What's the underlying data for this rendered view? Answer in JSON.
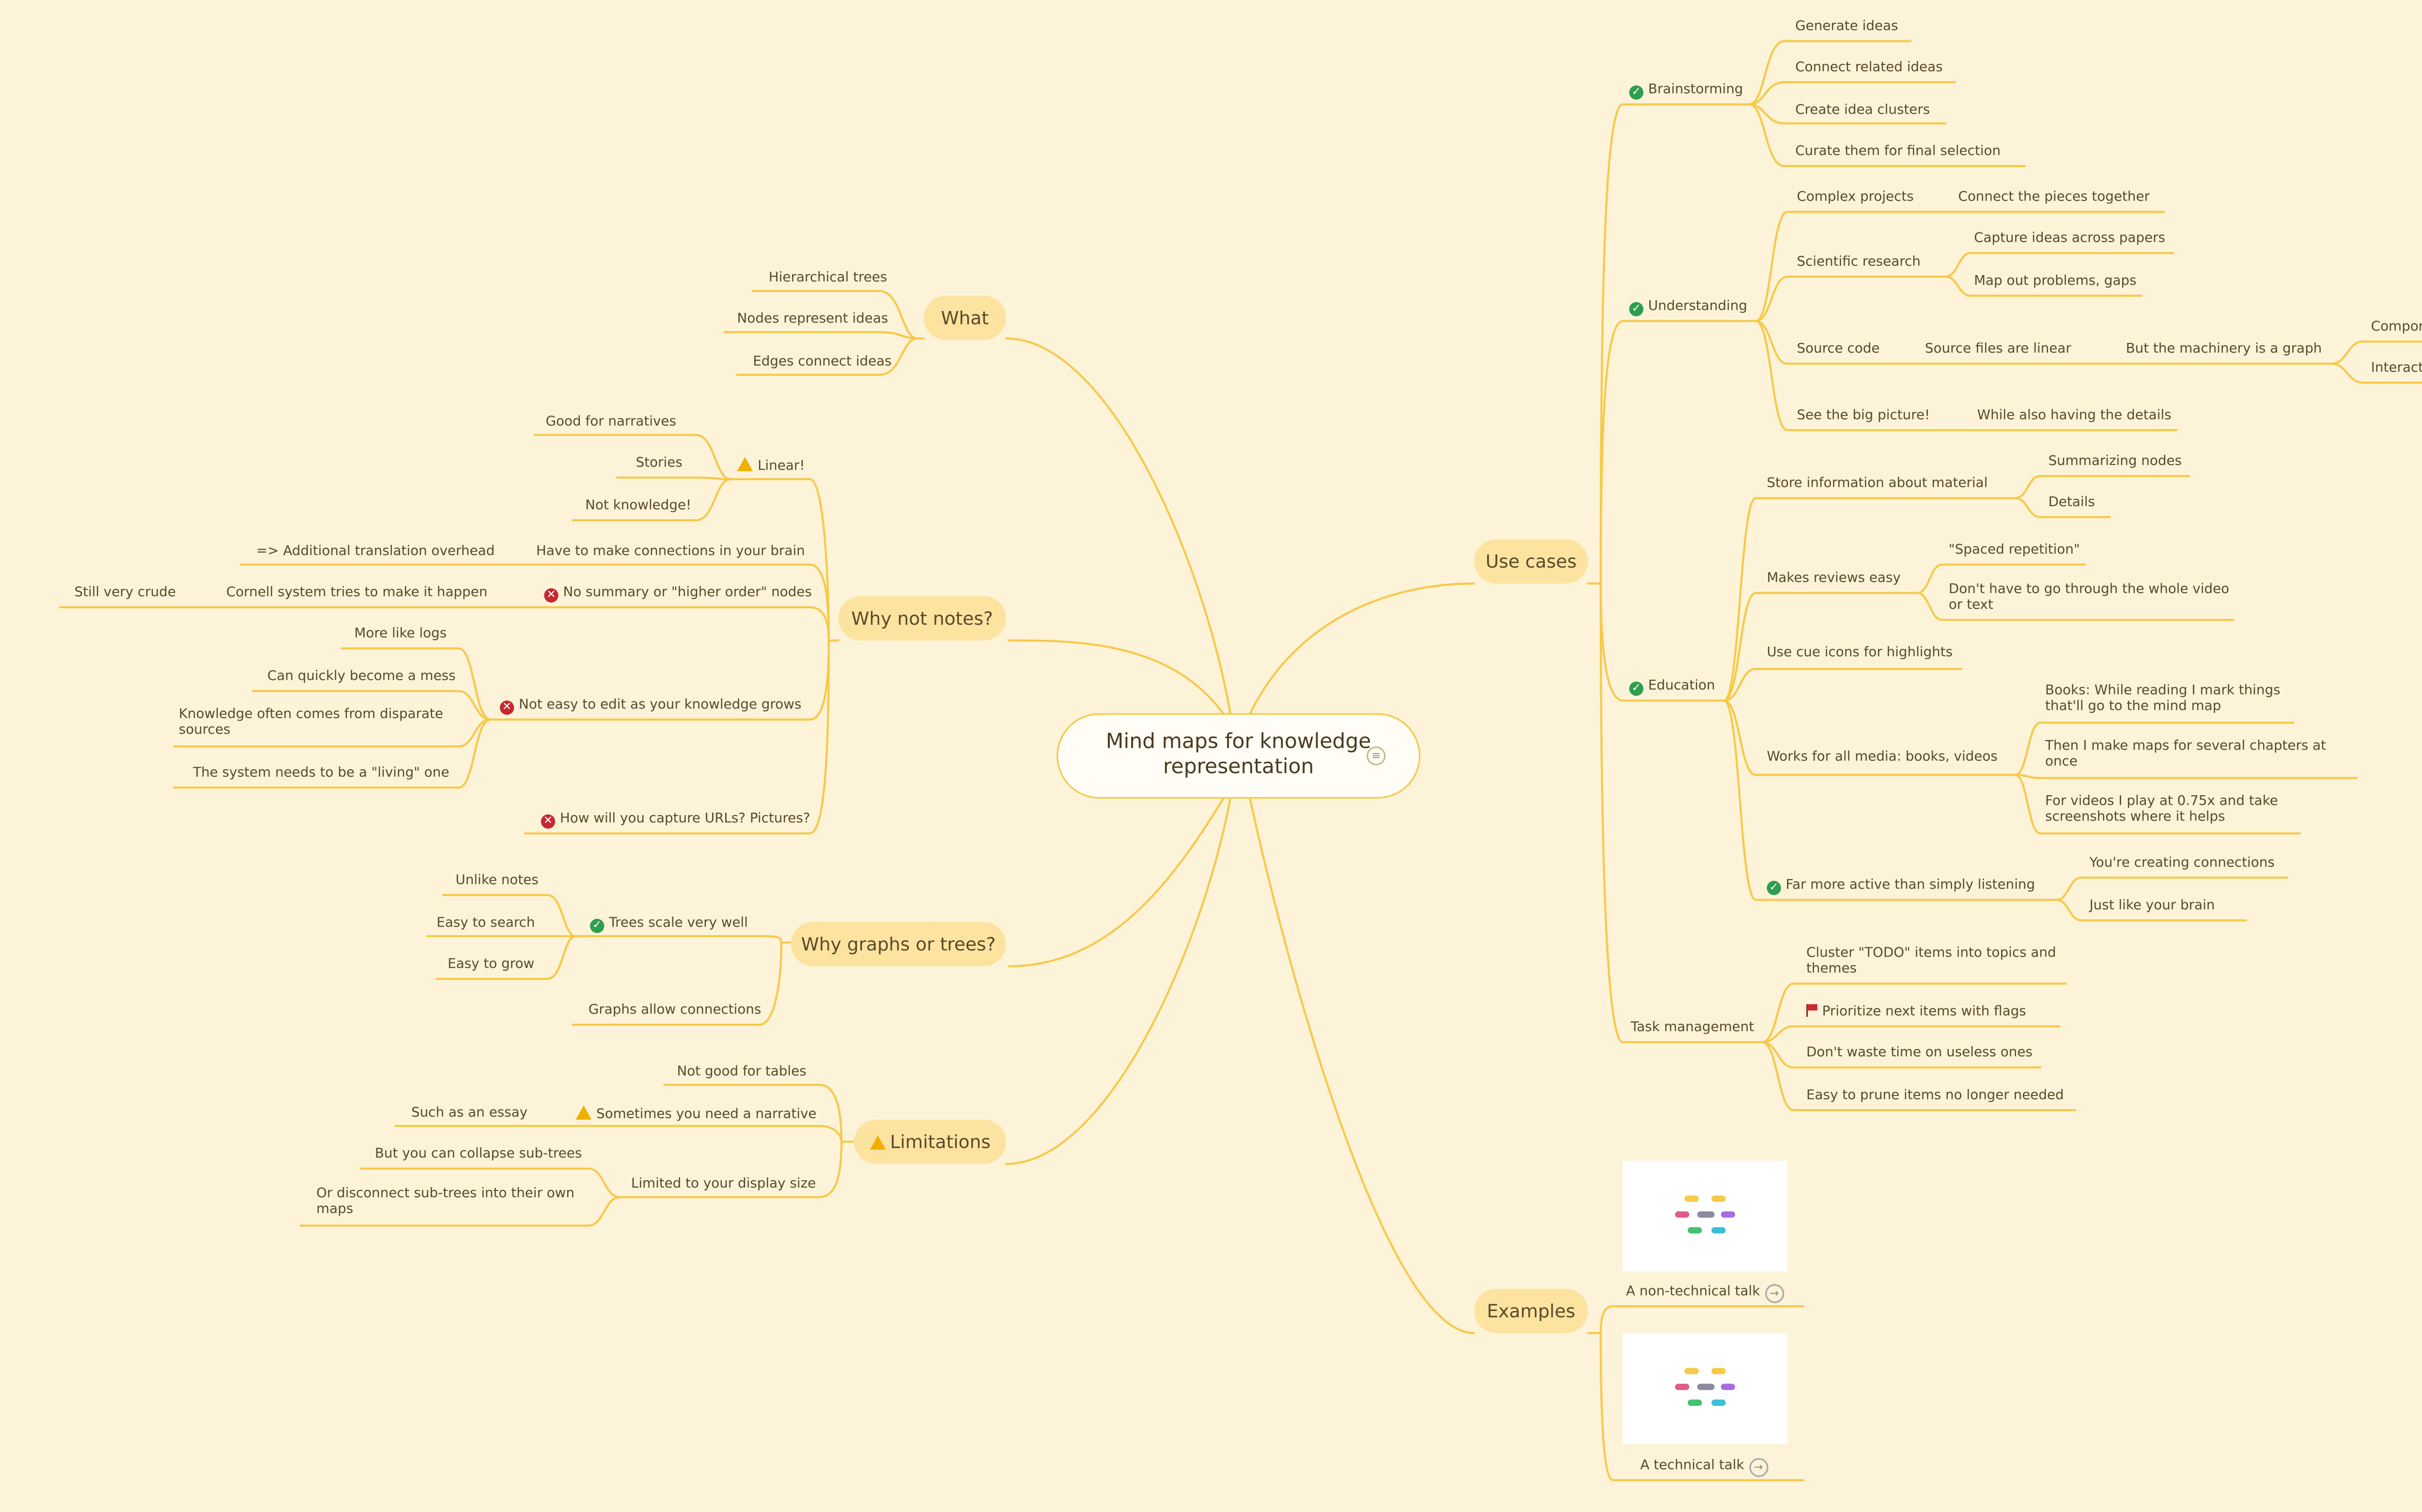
{
  "central": {
    "title": "Mind maps for knowledge representation"
  },
  "what": {
    "label": "What",
    "items": [
      "Hierarchical trees",
      "Nodes represent ideas",
      "Edges connect ideas"
    ]
  },
  "why_not_notes": {
    "label": "Why not notes?",
    "linear": {
      "label": "Linear!",
      "items": [
        "Good for narratives",
        "Stories",
        "Not knowledge!"
      ]
    },
    "connections": {
      "label": "Have to make connections in your brain",
      "child": "=> Additional translation overhead"
    },
    "no_summary": {
      "label": "No summary or \"higher order\" nodes",
      "child": "Cornell system tries to make it happen",
      "grandchild": "Still very crude"
    },
    "not_easy": {
      "label": "Not easy to edit as your knowledge grows",
      "items": [
        "More like logs",
        "Can quickly become a mess",
        "Knowledge often comes from disparate sources",
        "The system needs to be a \"living\" one"
      ]
    },
    "capture": "How will you capture URLs? Pictures?"
  },
  "why_graphs": {
    "label": "Why graphs or trees?",
    "scale": {
      "label": "Trees scale very well",
      "items": [
        "Unlike notes",
        "Easy to search",
        "Easy to grow"
      ]
    },
    "connections": "Graphs allow connections"
  },
  "limitations": {
    "label": "Limitations",
    "tables": "Not good for tables",
    "narrative": {
      "label": "Sometimes you need a narrative",
      "child": "Such as an essay"
    },
    "display": {
      "label": "Limited to your display size",
      "items": [
        "But you can collapse sub-trees",
        "Or disconnect sub-trees into their own maps"
      ]
    }
  },
  "use_cases": {
    "label": "Use cases",
    "brainstorming": {
      "label": "Brainstorming",
      "items": [
        "Generate ideas",
        "Connect related ideas",
        "Create idea clusters",
        "Curate them for final selection"
      ]
    },
    "understanding": {
      "label": "Understanding",
      "complex": {
        "label": "Complex projects",
        "child": "Connect the pieces together"
      },
      "research": {
        "label": "Scientific research",
        "items": [
          "Capture ideas across papers",
          "Map out problems, gaps"
        ]
      },
      "source": {
        "label": "Source code",
        "child": "Source files are linear",
        "grandchild": "But the machinery is a graph",
        "leaves": [
          "Components",
          "Interactions"
        ]
      },
      "big_picture": {
        "label": "See the big picture!",
        "child": "While also having the details"
      }
    },
    "education": {
      "label": "Education",
      "store": {
        "label": "Store information about material",
        "items": [
          "Summarizing nodes",
          "Details"
        ]
      },
      "reviews": {
        "label": "Makes reviews easy",
        "items": [
          "\"Spaced repetition\"",
          "Don't have to go through the whole video or text"
        ]
      },
      "cue": "Use cue icons for highlights",
      "media": {
        "label": "Works for all media: books, videos",
        "items": [
          "Books: While reading I mark things that'll go to the mind map",
          "Then I make maps for several chapters at once",
          "For videos I play at 0.75x and take screenshots where it helps"
        ]
      },
      "active": {
        "label": "Far more active than simply listening",
        "items": [
          "You're creating connections",
          "Just like your brain"
        ]
      }
    },
    "task": {
      "label": "Task management",
      "items": [
        "Cluster \"TODO\" items into topics and themes",
        "Prioritize next items with flags",
        "Don't waste time on useless ones",
        "Easy to prune items no longer needed"
      ]
    }
  },
  "examples": {
    "label": "Examples",
    "items": [
      "A non-technical talk",
      "A technical talk"
    ]
  },
  "colors": {
    "edge": "#f7c948",
    "background": "#fcf3d9",
    "topic": "#fde3a0",
    "text": "#5a4a2a"
  },
  "icons": {
    "check": "check-circle-icon",
    "cross": "cross-circle-icon",
    "warning": "warning-icon",
    "flag": "flag-icon",
    "link": "arrow-link-icon",
    "note": "note-icon"
  }
}
